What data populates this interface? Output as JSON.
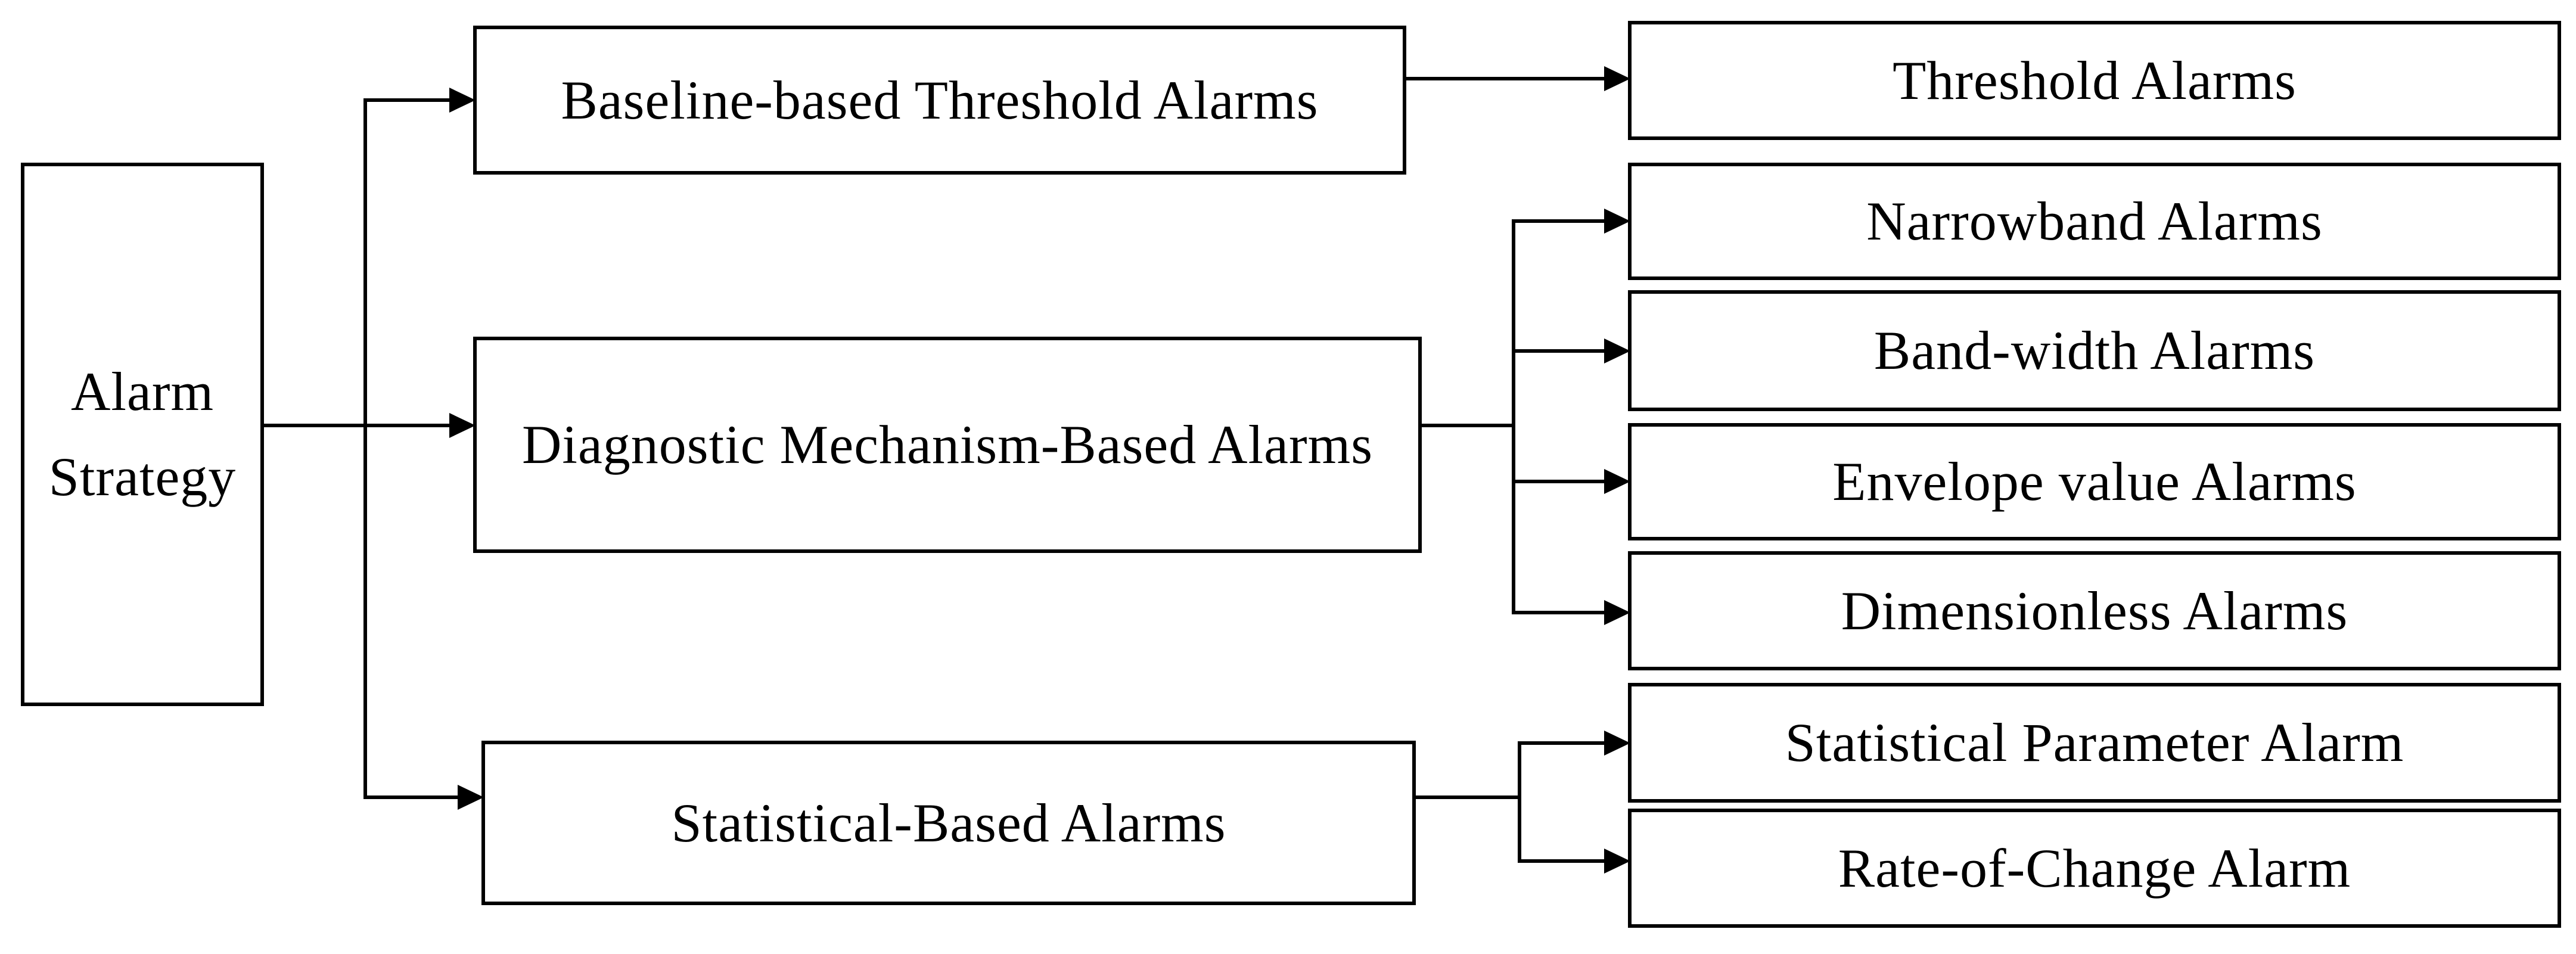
{
  "diagram": {
    "root": {
      "label": "Alarm Strategy"
    },
    "categories": [
      {
        "label": "Baseline-based Threshold Alarms"
      },
      {
        "label": "Diagnostic Mechanism-Based Alarms"
      },
      {
        "label": "Statistical-Based Alarms"
      }
    ],
    "leaves": [
      {
        "label": "Threshold Alarms"
      },
      {
        "label": "Narrowband Alarms"
      },
      {
        "label": "Band-width Alarms"
      },
      {
        "label": "Envelope value Alarms"
      },
      {
        "label": "Dimensionless Alarms"
      },
      {
        "label": "Statistical Parameter Alarm"
      },
      {
        "label": "Rate-of-Change Alarm"
      }
    ],
    "edges": [
      {
        "from": "Alarm Strategy",
        "to": "Baseline-based Threshold Alarms"
      },
      {
        "from": "Alarm Strategy",
        "to": "Diagnostic Mechanism-Based Alarms"
      },
      {
        "from": "Alarm Strategy",
        "to": "Statistical-Based Alarms"
      },
      {
        "from": "Baseline-based Threshold Alarms",
        "to": "Threshold Alarms"
      },
      {
        "from": "Diagnostic Mechanism-Based Alarms",
        "to": "Narrowband Alarms"
      },
      {
        "from": "Diagnostic Mechanism-Based Alarms",
        "to": "Band-width Alarms"
      },
      {
        "from": "Diagnostic Mechanism-Based Alarms",
        "to": "Envelope value Alarms"
      },
      {
        "from": "Diagnostic Mechanism-Based Alarms",
        "to": "Dimensionless Alarms"
      },
      {
        "from": "Statistical-Based Alarms",
        "to": "Statistical Parameter Alarm"
      },
      {
        "from": "Statistical-Based Alarms",
        "to": "Rate-of-Change Alarm"
      }
    ],
    "colors": {
      "background": "#ffffff",
      "box_fill": "#ffffff",
      "box_border": "#000000",
      "line": "#000000",
      "text": "#000000"
    }
  }
}
